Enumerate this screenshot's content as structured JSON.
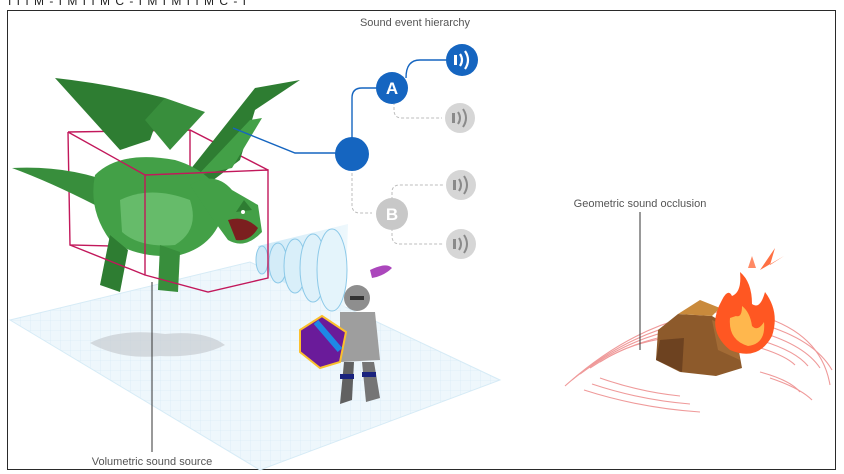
{
  "header": {
    "cropped_text": "I I I M - I M I I M C - I M I M I I M C - I"
  },
  "labels": {
    "hierarchy_title": "Sound event hierarchy",
    "occlusion": "Geometric sound occlusion",
    "volumetric": "Volumetric sound source"
  },
  "hierarchy": {
    "node_a": "A",
    "node_b": "B"
  },
  "colors": {
    "accent_blue": "#1565c0",
    "inactive_gray": "#c8c8c8",
    "volume_box": "#c2185b",
    "dragon_green": "#43a047",
    "fire_orange": "#ff7043",
    "ripple_red": "#e57373"
  }
}
